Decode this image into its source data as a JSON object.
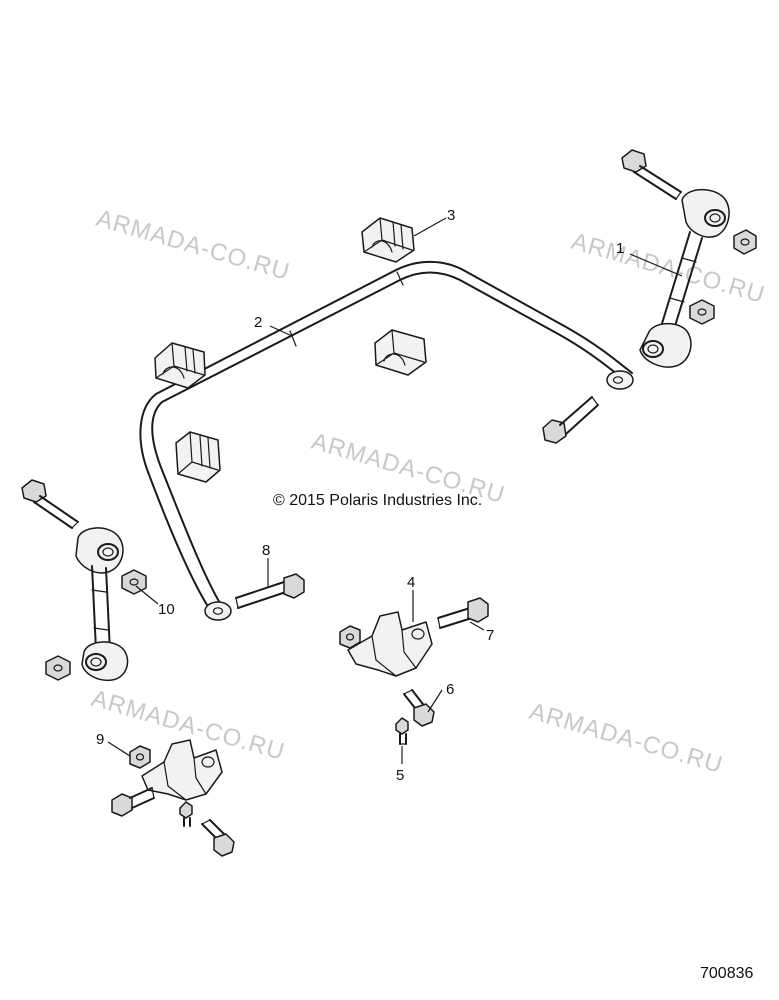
{
  "watermark": "ARMADA-CO.RU",
  "copyright": "© 2015 Polaris Industries Inc.",
  "part_number": "700836",
  "callouts": {
    "c1": "1",
    "c2": "2",
    "c3": "3",
    "c4": "4",
    "c5": "5",
    "c6": "6",
    "c7": "7",
    "c8": "8",
    "c9": "9",
    "c10": "10"
  }
}
